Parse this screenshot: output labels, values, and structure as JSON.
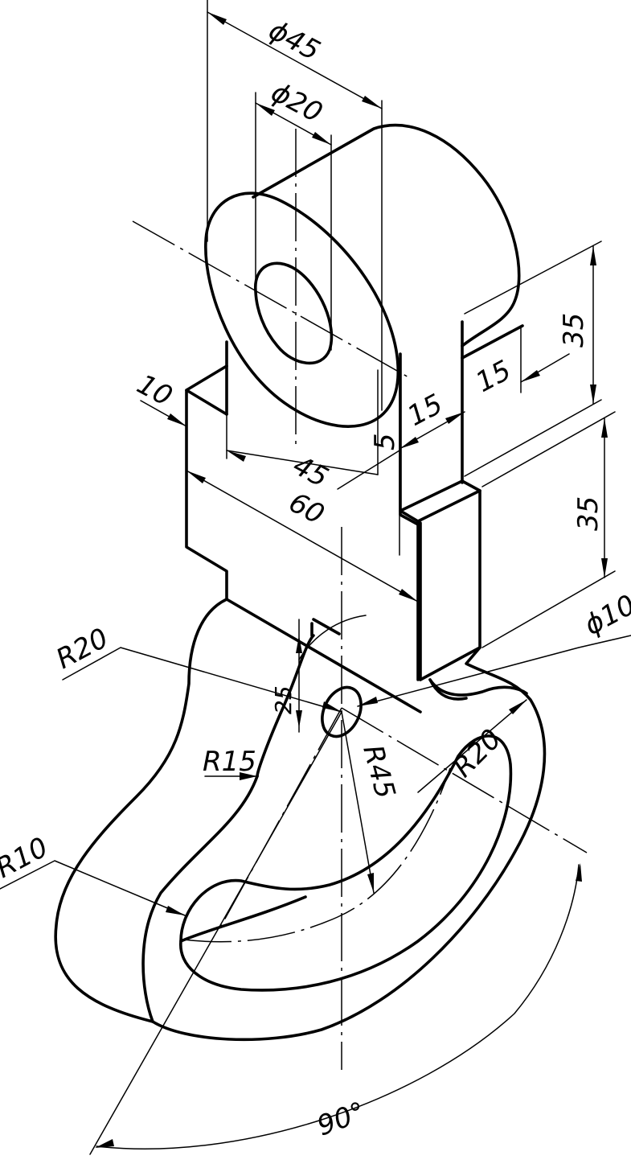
{
  "drawing": {
    "colors": {
      "line": "#000000",
      "background": "#ffffff"
    },
    "dimensions": {
      "dia_45": "ϕ45",
      "dia_20": "ϕ20",
      "top_35": "35",
      "width_15_right": "15",
      "width_15_mid": "15",
      "dim_10": "10",
      "dim_5": "5",
      "dim_45": "45",
      "dim_60": "60",
      "side_35": "35",
      "dia_10": "ϕ10",
      "r20_left": "R20",
      "dim_25": "25",
      "r15": "R15",
      "r45": "R45",
      "r20_right": "R20",
      "r10": "R10",
      "angle_90": "90°"
    }
  }
}
